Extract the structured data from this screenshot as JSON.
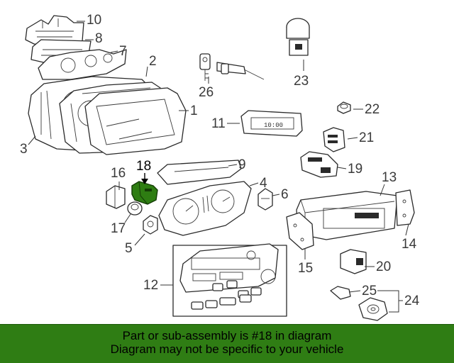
{
  "diagram": {
    "callouts": {
      "c1": "1",
      "c2": "2",
      "c3": "3",
      "c4": "4",
      "c5": "5",
      "c6": "6",
      "c7": "7",
      "c8": "8",
      "c9": "9",
      "c10": "10",
      "c11": "11",
      "c12": "12",
      "c13": "13",
      "c14": "14",
      "c15": "15",
      "c16": "16",
      "c17": "17",
      "c18": "18",
      "c19": "19",
      "c20": "20",
      "c21": "21",
      "c22": "22",
      "c23": "23",
      "c24": "24",
      "c25": "25",
      "c26": "26"
    },
    "highlighted_part": "18",
    "highlight_color": "#2e7d12"
  },
  "banner": {
    "line1": "Part or sub-assembly is #18 in diagram",
    "line2": "Diagram may not be specific to your vehicle",
    "background": "#2f7d14"
  }
}
